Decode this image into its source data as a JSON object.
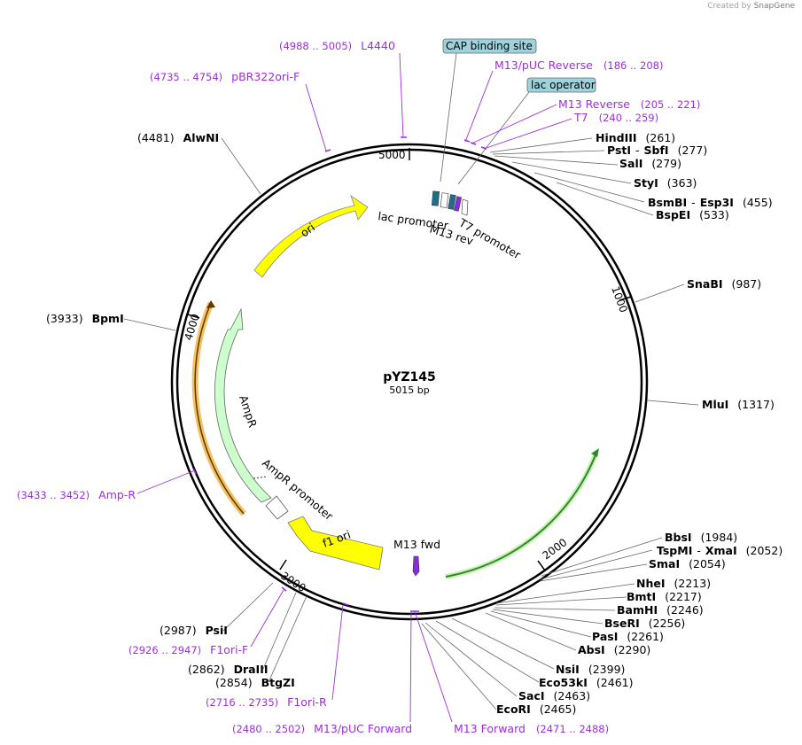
{
  "credit": {
    "prefix": "Created by",
    "brand": "SnapGene"
  },
  "plasmid": {
    "name": "pYZ145",
    "length_label": "5015 bp",
    "length": 5015
  },
  "ticks": [
    {
      "value": 1000,
      "label": "1000"
    },
    {
      "value": 2000,
      "label": "2000"
    },
    {
      "value": 3000,
      "label": "3000"
    },
    {
      "value": 4000,
      "label": "4000"
    },
    {
      "value": 5000,
      "label": "5000"
    }
  ],
  "enzymes": [
    {
      "name": "HindIII",
      "pos": "(261)",
      "bp": 261
    },
    {
      "name": "PstI",
      "name2": "SbfI",
      "pos": "(277)",
      "bp": 277
    },
    {
      "name": "SalI",
      "pos": "(279)",
      "bp": 279
    },
    {
      "name": "StyI",
      "pos": "(363)",
      "bp": 363
    },
    {
      "name": "BsmBI",
      "name2": "Esp3I",
      "pos": "(455)",
      "bp": 455
    },
    {
      "name": "BspEI",
      "pos": "(533)",
      "bp": 533
    },
    {
      "name": "SnaBI",
      "pos": "(987)",
      "bp": 987
    },
    {
      "name": "MluI",
      "pos": "(1317)",
      "bp": 1317
    },
    {
      "name": "BbsI",
      "pos": "(1984)",
      "bp": 1984
    },
    {
      "name": "TspMI",
      "name2": "XmaI",
      "pos": "(2052)",
      "bp": 2052
    },
    {
      "name": "SmaI",
      "pos": "(2054)",
      "bp": 2054
    },
    {
      "name": "NheI",
      "pos": "(2213)",
      "bp": 2213
    },
    {
      "name": "BmtI",
      "pos": "(2217)",
      "bp": 2217
    },
    {
      "name": "BamHI",
      "pos": "(2246)",
      "bp": 2246
    },
    {
      "name": "BseRI",
      "pos": "(2256)",
      "bp": 2256
    },
    {
      "name": "PasI",
      "pos": "(2261)",
      "bp": 2261
    },
    {
      "name": "AbsI",
      "pos": "(2290)",
      "bp": 2290
    },
    {
      "name": "NsiI",
      "pos": "(2399)",
      "bp": 2399
    },
    {
      "name": "Eco53kI",
      "pos": "(2461)",
      "bp": 2461
    },
    {
      "name": "SacI",
      "pos": "(2463)",
      "bp": 2463
    },
    {
      "name": "EcoRI",
      "pos": "(2465)",
      "bp": 2465
    },
    {
      "name": "BtgZI",
      "pos": "(2854)",
      "bp": 2854
    },
    {
      "name": "DraIII",
      "pos": "(2862)",
      "bp": 2862
    },
    {
      "name": "PsiI",
      "pos": "(2987)",
      "bp": 2987
    },
    {
      "name": "BpmI",
      "pos": "(3933)",
      "bp": 3933
    },
    {
      "name": "AlwNI",
      "pos": "(4481)",
      "bp": 4481
    }
  ],
  "primers": [
    {
      "name": "L4440",
      "range": "(4988 .. 5005)",
      "start": 4988,
      "end": 5005
    },
    {
      "name": "pBR322ori-F",
      "range": "(4735 .. 4754)",
      "start": 4735,
      "end": 4754
    },
    {
      "name": "M13/pUC Reverse",
      "range": "(186 .. 208)",
      "start": 186,
      "end": 208
    },
    {
      "name": "M13 Reverse",
      "range": "(205 .. 221)",
      "start": 205,
      "end": 221
    },
    {
      "name": "T7",
      "range": "(240 .. 259)",
      "start": 240,
      "end": 259
    },
    {
      "name": "Amp-R",
      "range": "(3433 .. 3452)",
      "start": 3433,
      "end": 3452
    },
    {
      "name": "F1ori-F",
      "range": "(2926 .. 2947)",
      "start": 2926,
      "end": 2947
    },
    {
      "name": "F1ori-R",
      "range": "(2716 .. 2735)",
      "start": 2716,
      "end": 2735
    },
    {
      "name": "M13/pUC Forward",
      "range": "(2480 .. 2502)",
      "start": 2480,
      "end": 2502
    },
    {
      "name": "M13 Forward",
      "range": "(2471 .. 2488)",
      "start": 2471,
      "end": 2488
    }
  ],
  "boxed_features": [
    {
      "name": "CAP binding site"
    },
    {
      "name": "lac operator"
    }
  ],
  "features": [
    {
      "name": "ori",
      "color": "#ffff00"
    },
    {
      "name": "AmpR",
      "color": "#ccffcc"
    },
    {
      "name": "AmpR promoter",
      "color": "#ffffff"
    },
    {
      "name": "f1 ori",
      "color": "#ffff00"
    },
    {
      "name": "lac promoter",
      "color": "#1f6f8b"
    },
    {
      "name": "M13 rev",
      "color": "#ffffff"
    },
    {
      "name": "T7 promoter",
      "color": "#ffffff"
    },
    {
      "name": "M13 fwd",
      "color": "#8a2be2"
    }
  ],
  "colors": {
    "primer": "#9b30d9",
    "ring": "#000000",
    "boxed_fill": "#9fd3dc",
    "orange_arc": "#f6a623",
    "green_arc": "#2a8a2a"
  }
}
